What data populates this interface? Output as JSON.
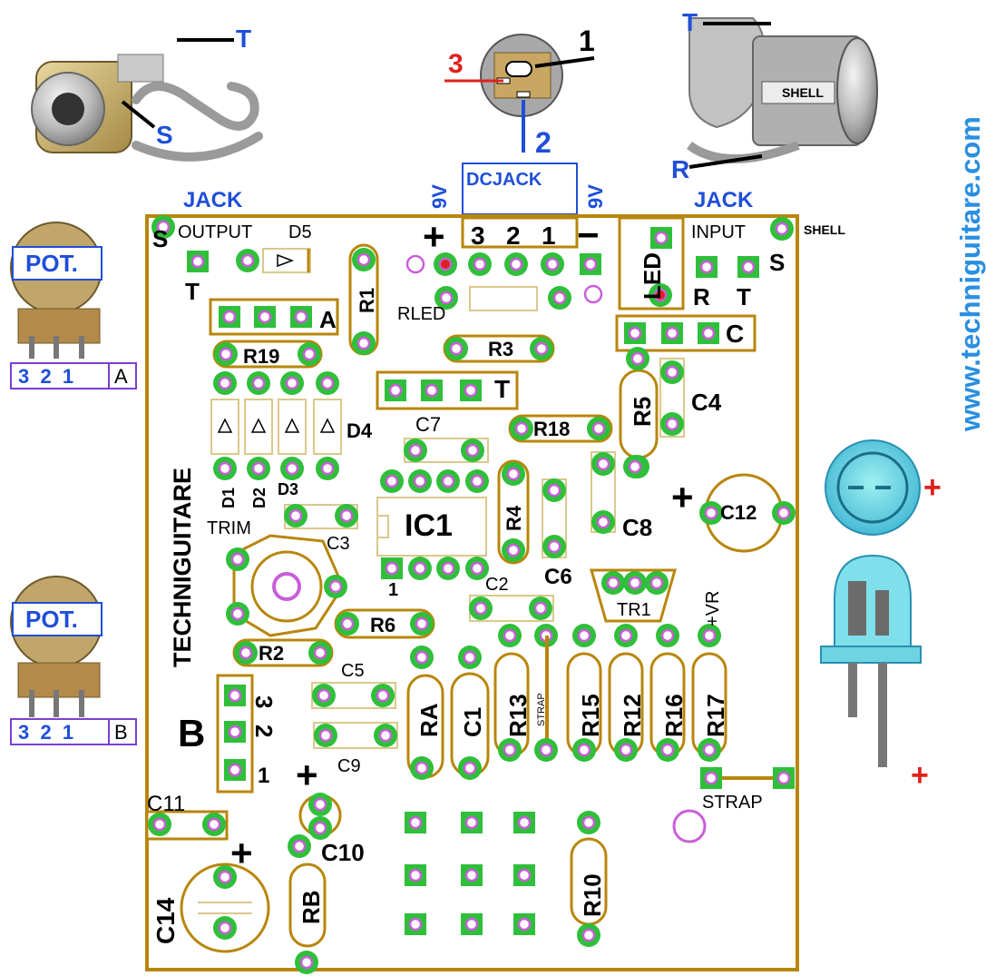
{
  "site": "www.techniguitare.com",
  "board_name": "TECHNIGUITARE",
  "jack_left": {
    "title": "JACK",
    "tip": "T",
    "sleeve": "S"
  },
  "jack_right": {
    "title": "JACK",
    "tip": "T",
    "ring": "R",
    "shell": "SHELL"
  },
  "dc_jack": {
    "title": "DCJACK",
    "voltage_left": "9V",
    "voltage_right": "9V",
    "pin1": "1",
    "pin2": "2",
    "pin3": "3"
  },
  "pads": {
    "output": "OUTPUT",
    "input": "INPUT",
    "shell": "SHELL",
    "s_left": "S",
    "t_left": "T",
    "s_right": "S",
    "r_right": "R",
    "t_right": "T",
    "plus": "+",
    "minus": "−",
    "n3": "3",
    "n2": "2",
    "n1": "1"
  },
  "pots": [
    {
      "title": "POT.",
      "pins": "3  2  1",
      "letter": "A"
    },
    {
      "title": "POT.",
      "pins": "3  2  1",
      "letter": "B"
    }
  ],
  "components": {
    "D5": "D5",
    "R1": "R1",
    "A": "A",
    "RLED": "RLED",
    "LED": "LED",
    "C": "C",
    "R19": "R19",
    "R3": "R3",
    "T": "T",
    "R5": "R5",
    "C4": "C4",
    "D1": "D1",
    "D2": "D2",
    "D3": "D3",
    "D4": "D4",
    "C7": "C7",
    "R18": "R18",
    "IC1": "IC1",
    "IC1_pin1": "1",
    "R4": "R4",
    "C8": "C8",
    "C12": "C12",
    "TRIM": "TRIM",
    "C3": "C3",
    "C6": "C6",
    "C2": "C2",
    "TR1": "TR1",
    "VR": "+VR",
    "R6": "R6",
    "R2": "R2",
    "C5": "C5",
    "RA": "RA",
    "C1": "C1",
    "R13": "R13",
    "STRAP_small": "STRAP",
    "R15": "R15",
    "R12": "R12",
    "R16": "R16",
    "R17": "R17",
    "B": "B",
    "B3": "3",
    "B2": "2",
    "B1": "1",
    "C9": "C9",
    "C11": "C11",
    "plus_c10": "+",
    "C10": "C10",
    "STRAP": "STRAP",
    "R10": "R10",
    "plus_c14": "+",
    "C14": "C14",
    "RB": "RB",
    "plus_c12": "+"
  },
  "led_side": {
    "plus_top": "+",
    "plus_bottom": "+"
  },
  "colors": {
    "board_outline": "#b8860b",
    "pad": "#2fbf3a",
    "hole": "#c85fd8",
    "blue_label": "#1f4fd8",
    "red_label": "#e0201e",
    "site_text": "#2a8fe0"
  }
}
